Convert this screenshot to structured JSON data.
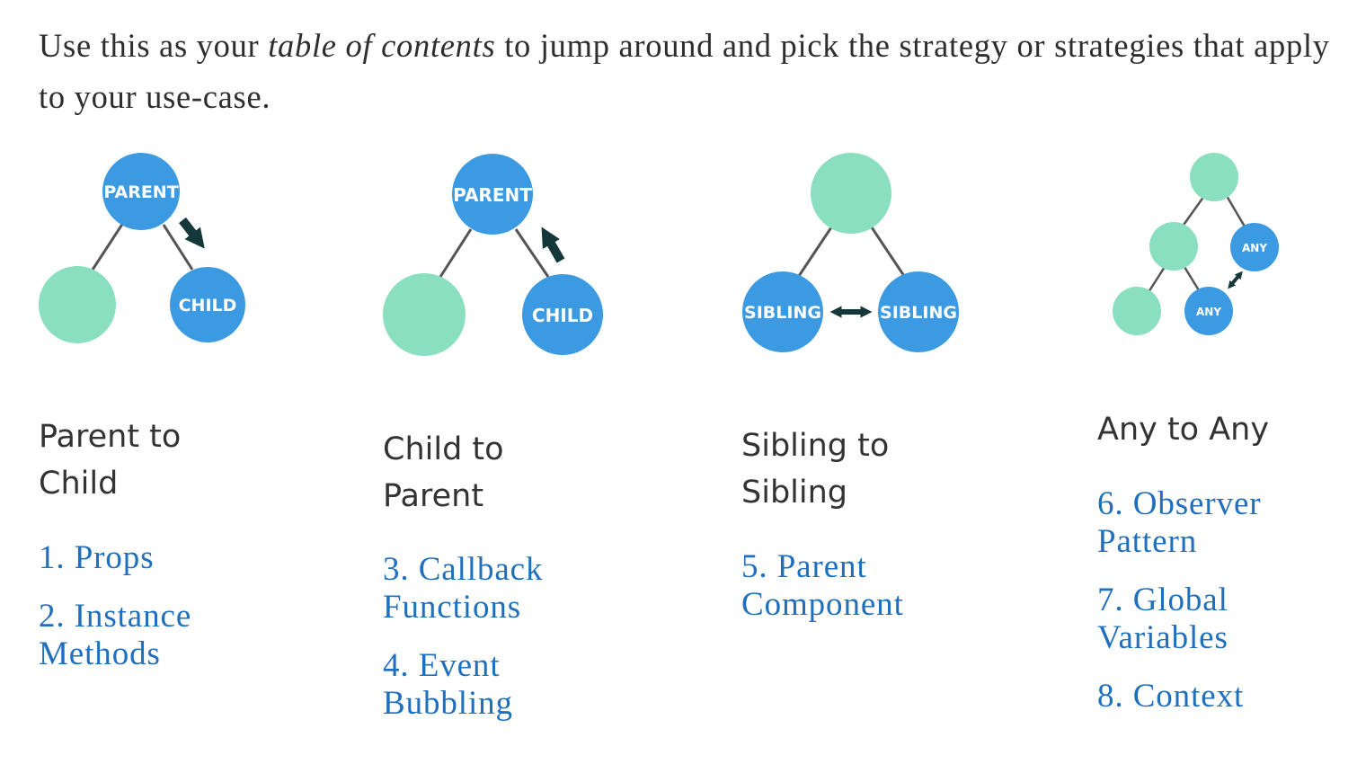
{
  "intro": {
    "before": "Use this as your ",
    "emphasis": "table of contents",
    "after": " to jump around and pick the strategy or strategies that apply to your use-case."
  },
  "colors": {
    "node_blue": "#3b9ae1",
    "node_green": "#8adfc1",
    "edge": "#555555",
    "arrow": "#14383a",
    "link": "#1f6fbf"
  },
  "sections": [
    {
      "heading_line1": "Parent to",
      "heading_line2": "Child",
      "diagram": {
        "top_label": "PARENT",
        "right_label": "CHILD"
      },
      "links": [
        {
          "line1": "1. Props",
          "line2": ""
        },
        {
          "line1": "2. Instance",
          "line2": "Methods"
        }
      ]
    },
    {
      "heading_line1": "Child to",
      "heading_line2": "Parent",
      "diagram": {
        "top_label": "PARENT",
        "right_label": "CHILD"
      },
      "links": [
        {
          "line1": "3. Callback",
          "line2": "Functions"
        },
        {
          "line1": "4. Event",
          "line2": "Bubbling"
        }
      ]
    },
    {
      "heading_line1": "Sibling to",
      "heading_line2": "Sibling",
      "diagram": {
        "left_label": "SIBLING",
        "right_label": "SIBLING"
      },
      "links": [
        {
          "line1": "5. Parent",
          "line2": "Component"
        }
      ]
    },
    {
      "heading_line1": "Any to Any",
      "heading_line2": "",
      "diagram": {
        "any_label_1": "ANY",
        "any_label_2": "ANY"
      },
      "links": [
        {
          "line1": "6. Observer",
          "line2": "Pattern"
        },
        {
          "line1": "7. Global",
          "line2": "Variables"
        },
        {
          "line1": "8. Context",
          "line2": ""
        }
      ]
    }
  ]
}
